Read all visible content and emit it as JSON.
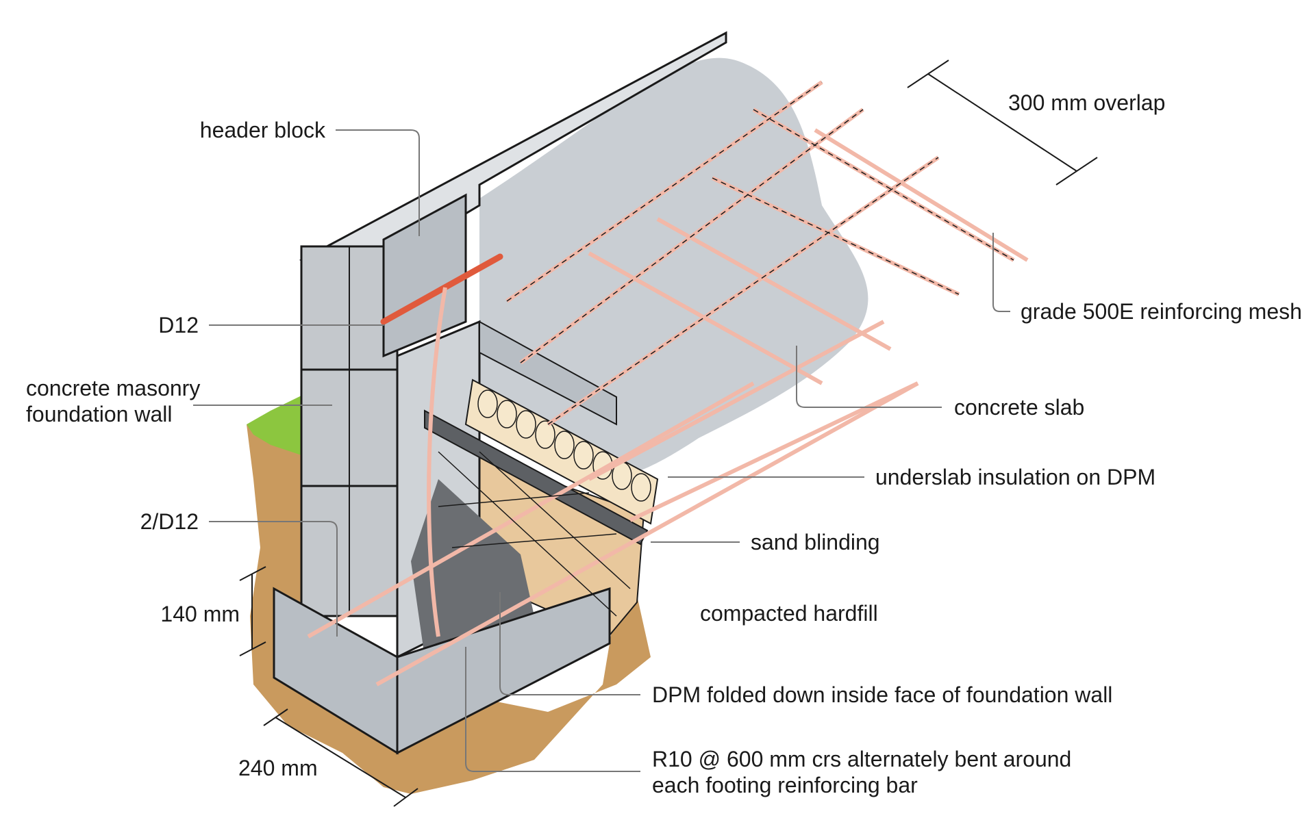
{
  "diagram": {
    "labels": {
      "header_block": "header block",
      "d12": "D12",
      "masonry_wall_line1": "concrete masonry",
      "masonry_wall_line2": "foundation wall",
      "two_d12": "2/D12",
      "dim_140": "140 mm",
      "dim_240": "240 mm",
      "overlap_300": "300 mm overlap",
      "mesh": "grade 500E reinforcing mesh",
      "slab": "concrete slab",
      "insulation": "underslab insulation on DPM",
      "sand": "sand blinding",
      "hardfill": "compacted hardfill",
      "dpm_folded": "DPM folded down inside face of foundation wall",
      "r10_line1": "R10 @ 600 mm crs alternately bent around",
      "r10_line2": "each footing reinforcing bar"
    },
    "colors": {
      "soil": "#c99a5e",
      "grass": "#8cc63f",
      "concrete": "#b8bec4",
      "slab": "#c9ced3",
      "block": "#c4c8cc",
      "hardfill": "#e8c89c",
      "rebar": "#f2b8a8",
      "bar_d12": "#e05a3c",
      "leader": "#777777",
      "ink": "#1a1a1a"
    }
  }
}
